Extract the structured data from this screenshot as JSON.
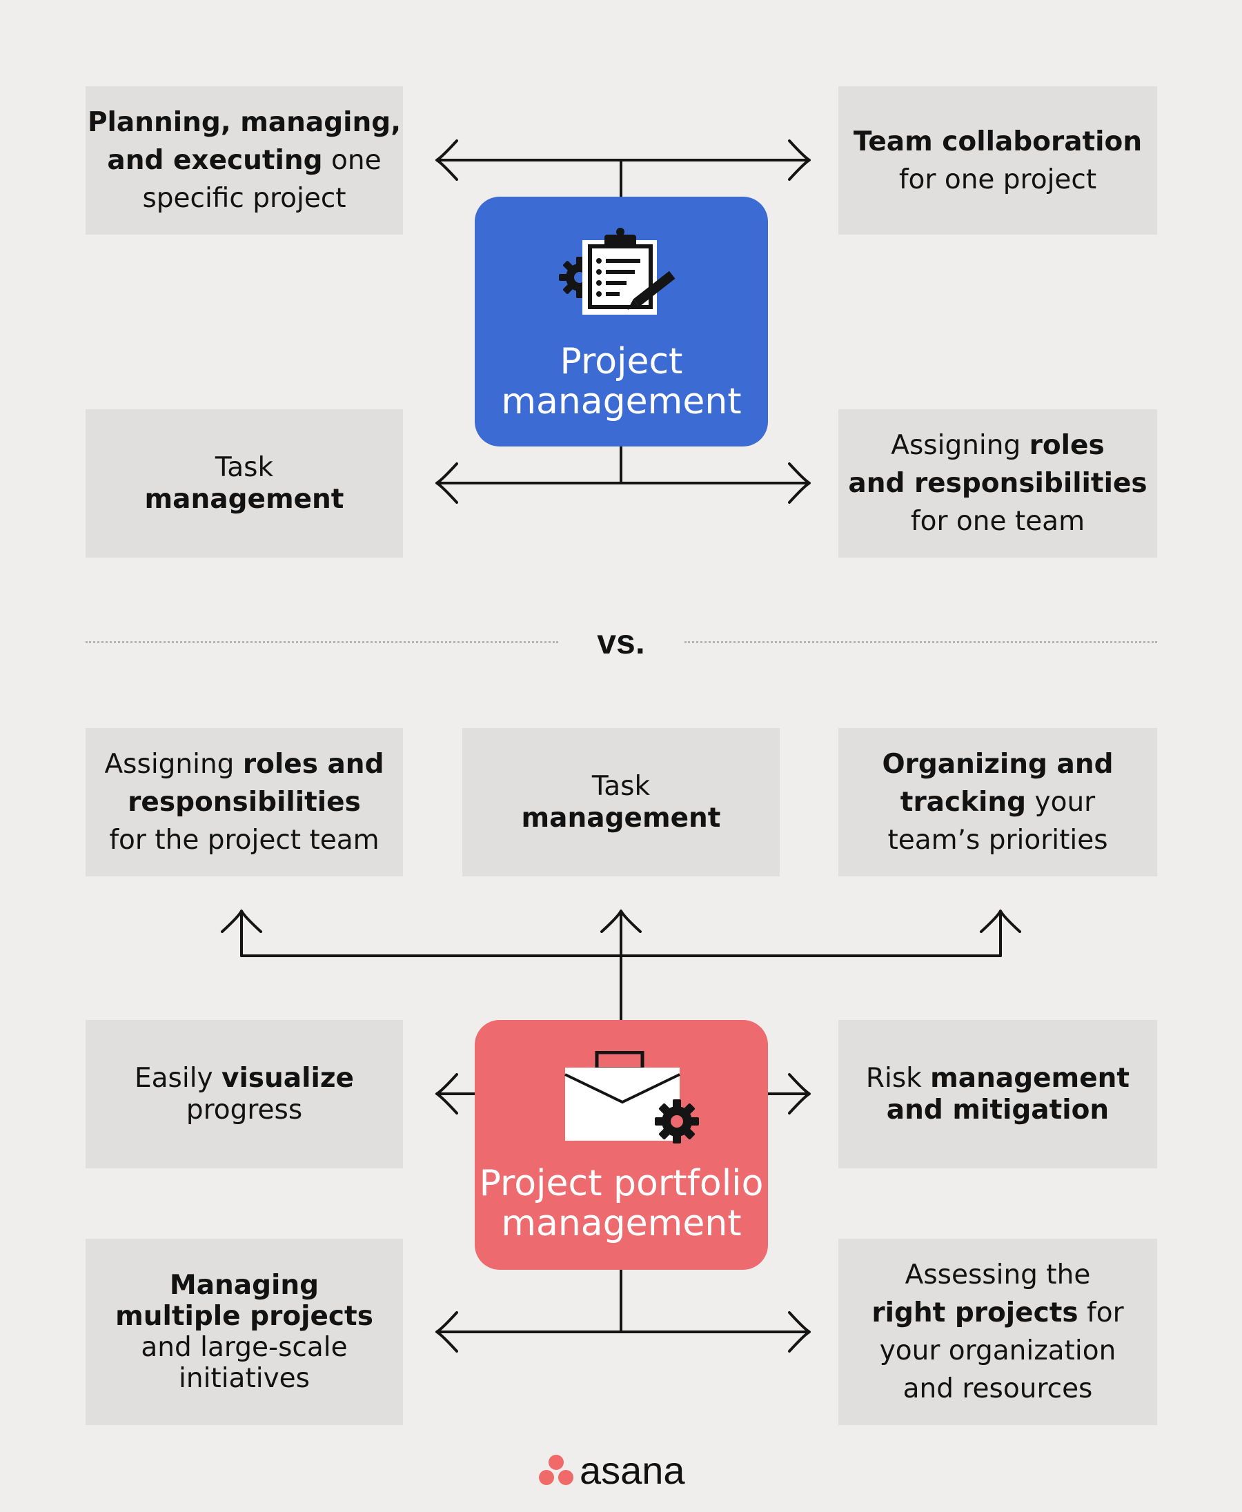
{
  "project_management": {
    "title_line1": "Project",
    "title_line2": "management",
    "top_left": {
      "line1": "Planning, managing,",
      "line2_bold": "and executing",
      "line2_rest": " one",
      "line3": "specific project"
    },
    "top_right": {
      "line1_bold": "Team collaboration",
      "line2": "for one project"
    },
    "bottom_left": {
      "line1": "Task",
      "line2_bold": "management"
    },
    "bottom_right": {
      "line1_pre": "Assigning ",
      "line1_bold": "roles",
      "line2_bold": "and responsibilities",
      "line3": "for one team"
    }
  },
  "divider": {
    "label": "vs."
  },
  "portfolio_management": {
    "title_line1": "Project portfolio",
    "title_line2": "management",
    "upper_left": {
      "line1_pre": "Assigning ",
      "line1_bold": "roles and",
      "line2_bold": "responsibilities",
      "line3": "for the project team"
    },
    "upper_center": {
      "line1": "Task",
      "line2_bold": "management"
    },
    "upper_right": {
      "line1_bold": "Organizing and",
      "line2_bold": "tracking",
      "line2_rest": " your",
      "line3": "team’s priorities"
    },
    "middle_left": {
      "line1_pre": "Easily ",
      "line1_bold": "visualize",
      "line2": "progress"
    },
    "middle_right": {
      "line1_pre": "Risk ",
      "line1_bold": "management",
      "line2_bold": "and mitigation"
    },
    "bottom_left": {
      "line1_bold": "Managing",
      "line2_bold": "multiple projects",
      "line3": "and large-scale",
      "line4": "initiatives"
    },
    "bottom_right": {
      "line1": "Assessing the",
      "line2_bold": "right projects",
      "line2_rest": " for",
      "line3": "your organization",
      "line4": "and resources"
    }
  },
  "logo": {
    "wordmark": "asana"
  },
  "colors": {
    "blue": "#3d6bd4",
    "red": "#ed6b6f",
    "box": "#e0dfdd",
    "background": "#efeeec",
    "logo_accent": "#f06a6a"
  },
  "icons": [
    "clipboard-gear-icon",
    "briefcase-gear-icon",
    "asana-logo-icon"
  ]
}
